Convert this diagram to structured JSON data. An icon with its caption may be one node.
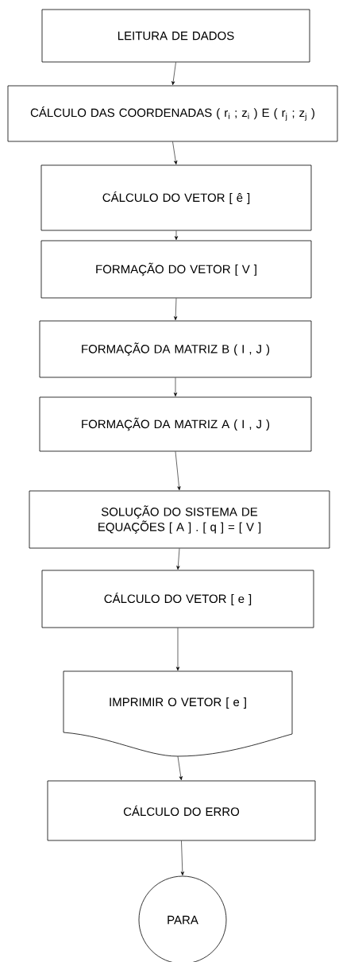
{
  "diagram": {
    "nodes": [
      {
        "text": [
          "LEITURA DE DADOS"
        ]
      },
      {
        "text": [
          "CÁLCULO DAS COORDENADAS ( r$_{i}$ ; z$_{i}$ ) E ( r$_{j}$ ; z$_{j}$ )"
        ]
      },
      {
        "text": [
          "CÁLCULO DO VETOR [ ê ]"
        ]
      },
      {
        "text": [
          "FORMAÇÃO DO VETOR [ V ]"
        ]
      },
      {
        "text": [
          "FORMAÇÃO DA MATRIZ B ( I , J )"
        ]
      },
      {
        "text": [
          "FORMAÇÃO DA MATRIZ A ( I , J )"
        ]
      },
      {
        "text": [
          "SOLUÇÃO DO SISTEMA DE EQUAÇÕES [ A ] . [ q ] = [ V ]"
        ]
      },
      {
        "text": [
          "CÁLCULO DO VETOR [ e ]"
        ]
      },
      {
        "text": [
          "IMPRIMIR O VETOR [ e ]"
        ]
      },
      {
        "text": [
          "CÁLCULO DO ERRO"
        ]
      },
      {
        "text": [
          "PARA"
        ]
      }
    ],
    "edges": [
      {
        "from": 0,
        "to": 1,
        "arrow": "to"
      },
      {
        "from": 1,
        "to": 2,
        "arrow": "to"
      },
      {
        "from": 2,
        "to": 3,
        "arrow": "to"
      },
      {
        "from": 3,
        "to": 4,
        "arrow": "to"
      },
      {
        "from": 4,
        "to": 5,
        "arrow": "to"
      },
      {
        "from": 5,
        "to": 6,
        "arrow": "to"
      },
      {
        "from": 6,
        "to": 7,
        "arrow": "to"
      },
      {
        "from": 7,
        "to": 8,
        "arrow": "to"
      },
      {
        "from": 8,
        "to": 9,
        "arrow": "to"
      },
      {
        "from": 9,
        "to": 10,
        "arrow": "to"
      }
    ]
  }
}
